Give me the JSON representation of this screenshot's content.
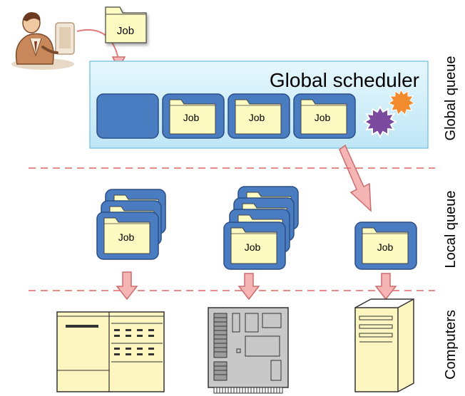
{
  "diagram": {
    "incoming_job": {
      "label": "Job"
    },
    "global_scheduler": {
      "title": "Global scheduler",
      "queue_slots": [
        {
          "label": ""
        },
        {
          "label": "Job"
        },
        {
          "label": "Job"
        },
        {
          "label": "Job"
        }
      ]
    },
    "local_queues": [
      {
        "top_label": "Job",
        "stack_depth": 3
      },
      {
        "top_label": "Job",
        "stack_depth": 4
      },
      {
        "top_label": "Job",
        "stack_depth": 1
      }
    ],
    "side_labels": {
      "global_queue": "Global queue",
      "local_queue": "Local queue",
      "computers": "Computers"
    },
    "colors": {
      "slot_blue": "#4a7cc1",
      "slot_border": "#2b4f86",
      "folder_fill": "#fefbc2",
      "scheduler_fill": "#d9f1fb",
      "scheduler_border": "#86c7e2",
      "arrow_fill": "#f6b5b5",
      "arrow_stroke": "#cc6b6b",
      "divider": "#e06565",
      "gear_orange": "#f28a2e",
      "gear_purple": "#7b4a9e",
      "computer_fill": "#fdf6c0",
      "rack_grey": "#c8c8c8"
    }
  }
}
